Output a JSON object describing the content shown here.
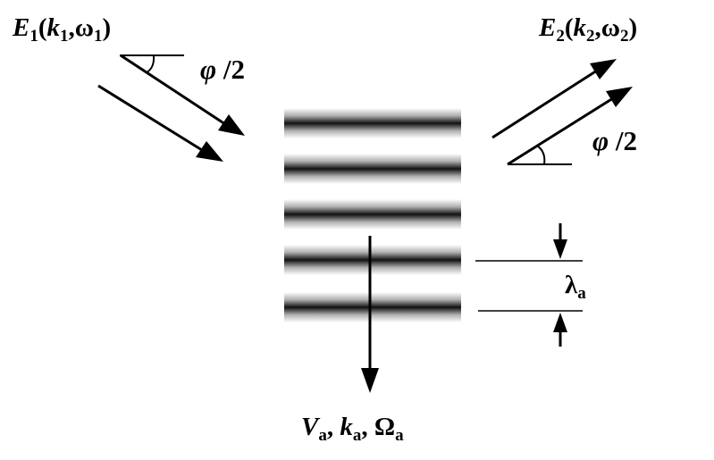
{
  "incident_beam": {
    "field": "E",
    "sub": "1",
    "open": "(",
    "k": "k",
    "k_sub": "1",
    "comma": ",",
    "omega": "ω",
    "omega_sub": "1",
    "close": ")"
  },
  "diffracted_beam": {
    "field": "E",
    "sub": "2",
    "open": "(",
    "k": "k",
    "k_sub": "2",
    "comma": ",",
    "omega": "ω",
    "omega_sub": "2",
    "close": ")"
  },
  "half_angle_left": {
    "phi": "φ",
    "rest": " /2"
  },
  "half_angle_right": {
    "phi": "φ",
    "rest": " /2"
  },
  "wavelength": {
    "symbol": "λ",
    "sub": "a"
  },
  "acoustic_wave": {
    "V": "V",
    "V_sub": "a",
    "sep1": ", ",
    "k": "k",
    "k_sub": "a",
    "sep2": ", ",
    "Omega": "Ω",
    "Omega_sub": "a"
  },
  "grating": {
    "fringe_count": 5
  }
}
